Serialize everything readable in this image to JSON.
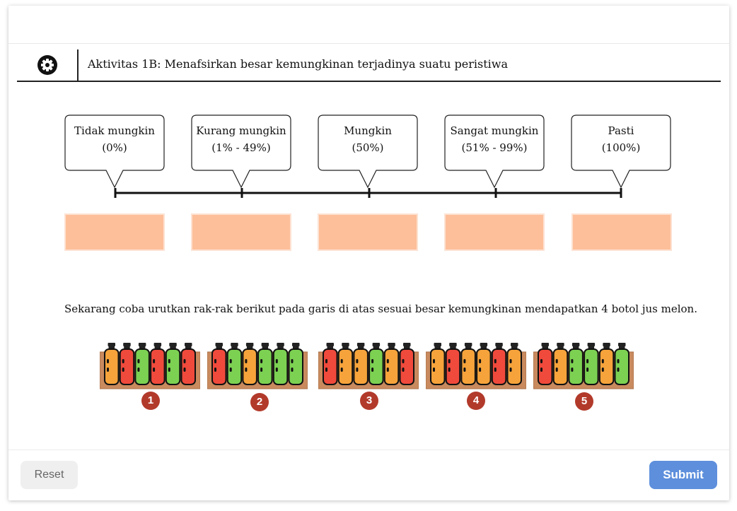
{
  "header": {
    "icon": "gear-icon",
    "title": "Aktivitas 1B: Menafsirkan besar kemungkinan terjadinya suatu peristiwa"
  },
  "scale": [
    {
      "label": "Tidak mungkin",
      "range": "(0%)"
    },
    {
      "label": "Kurang mungkin",
      "range": "(1% - 49%)"
    },
    {
      "label": "Mungkin",
      "range": "(50%)"
    },
    {
      "label": "Sangat mungkin",
      "range": "(51% - 99%)"
    },
    {
      "label": "Pasti",
      "range": "(100%)"
    }
  ],
  "drop_zone_color": "#fdbf9a",
  "instruction": "Sekarang coba urutkan rak-rak berikut pada garis di atas sesuai besar kemungkinan mendapatkan 4 botol jus melon.",
  "bottle_colors": {
    "melon": "#7cd152",
    "orange": "#f6a33b",
    "red": "#f04a3c"
  },
  "racks": [
    {
      "number": "1",
      "bottles": [
        "orange",
        "red",
        "melon",
        "red",
        "melon",
        "red"
      ]
    },
    {
      "number": "2",
      "bottles": [
        "red",
        "melon",
        "orange",
        "melon",
        "melon",
        "melon"
      ]
    },
    {
      "number": "3",
      "bottles": [
        "red",
        "orange",
        "orange",
        "melon",
        "orange",
        "red"
      ]
    },
    {
      "number": "4",
      "bottles": [
        "orange",
        "red",
        "orange",
        "orange",
        "red",
        "orange"
      ]
    },
    {
      "number": "5",
      "bottles": [
        "red",
        "orange",
        "melon",
        "melon",
        "orange",
        "melon"
      ]
    }
  ],
  "footer": {
    "reset_label": "Reset",
    "submit_label": "Submit"
  }
}
